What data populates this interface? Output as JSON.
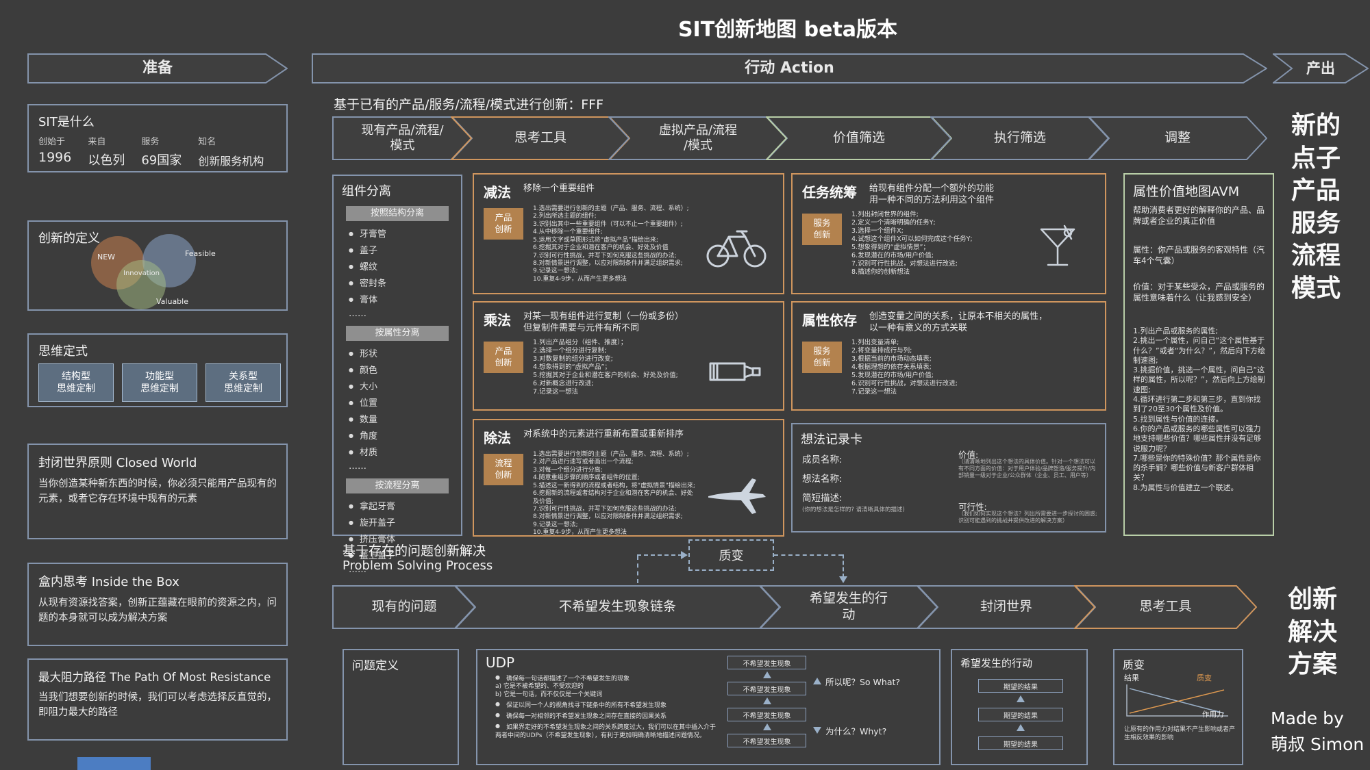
{
  "colors": {
    "accent_blue": "#8494ac",
    "accent_orange": "#d0965e",
    "accent_green": "#b9cfa8",
    "badge_bg": "#b3824e",
    "mutation_orange": "#e09a50",
    "venn_new": "#c87f4f",
    "venn_feasible": "#8aa4c8",
    "venn_valuable": "#a8bf85",
    "bottom_blue": "#4c7dc2"
  },
  "title": "SIT创新地图  beta版本",
  "prep": {
    "header": "准备",
    "sit": {
      "title": "SIT是什么",
      "cols": [
        {
          "label": "创始于",
          "value": "1996"
        },
        {
          "label": "来自",
          "value": "以色列"
        },
        {
          "label": "服务",
          "value": "69国家"
        },
        {
          "label": "知名",
          "value": "创新服务机构"
        }
      ]
    },
    "definition": {
      "title": "创新的定义",
      "venn": {
        "new": "NEW",
        "feasible": "Feasible",
        "valuable": "Valuable",
        "center": "Innovation"
      }
    },
    "mindset": {
      "title": "思维定式",
      "buttons": [
        "结构型\n思维定制",
        "功能型\n思维定制",
        "关系型\n思维定制"
      ]
    },
    "closed_world": {
      "title": "封闭世界原则 Closed World",
      "body": "当你创造某种新东西的时候，你必须只能用产品现有的元素，或者它存在环境中现有的元素"
    },
    "inside_box": {
      "title": "盒内思考  Inside the Box",
      "body": "从现有资源找答案，创新正蕴藏在眼前的资源之内，问题的本身就可以成为解决方案"
    },
    "resistance": {
      "title": "最大阻力路径 The Path Of Most Resistance",
      "body": "当我们想要创新的时候，我们可以考虑选择反直觉的，即阻力最大的路径"
    }
  },
  "banner": {
    "action": "行动 Action",
    "output": "产出"
  },
  "fff": {
    "intro": "基于已有的产品/服务/流程/模式进行创新：FFF",
    "steps": [
      "现有产品/流程/\n模式",
      "思考工具",
      "虚拟产品/流程\n/模式",
      "价值筛选",
      "执行筛选",
      "调整"
    ]
  },
  "new_output": {
    "lines": "新的\n点子\n产品\n服务\n流程\n模式"
  },
  "components": {
    "title": "组件分离",
    "groups": [
      {
        "header": "按照结构分离",
        "items": [
          "牙膏管",
          "盖子",
          "螺纹",
          "密封条",
          "膏体"
        ],
        "more": "……"
      },
      {
        "header": "按属性分离",
        "items": [
          "形状",
          "颜色",
          "大小",
          "位置",
          "数量",
          "角度",
          "材质"
        ],
        "more": "……"
      },
      {
        "header": "按流程分离",
        "items": [
          "拿起牙膏",
          "旋开盖子",
          "挤压膏体",
          "盖上盖子"
        ],
        "more": "……"
      }
    ]
  },
  "tools": {
    "subtraction": {
      "name": "减法",
      "badge": "产品\n创新",
      "desc": "移除一个重要组件",
      "steps": "1.选出需要进行创新的主题（产品、服务、流程、系统）;\n2.列出所选主题的组件;\n3.识别出其中一些重要组件（可以不止一个重要组件）;\n4.从中移除一个重要组件;\n5.运用文字或草图形式将“虚拟产品”描绘出来;\n6.挖掘其对于企业和潜在客户的机会、好处及价值\n7.识别可行性挑战，并写下如何克服这些挑战的办法;\n8.对新情景进行调整，以应对限制条件并满足组织需求;\n9.记录这一想法;\n10.重复4-9步，从而产生更多想法"
    },
    "multiplication": {
      "name": "乘法",
      "badge": "产品\n创新",
      "desc": "对某一现有组件进行复制（一份或多份）\n但复制件需要与元件有所不同",
      "steps": "1.列出产品组分（组件、推度）；\n2.选择一个组分进行复制;\n3.对数复制的组分进行改变;\n4.想象得到的“虚拟产品”；\n5.挖掘其对于企业和潜在客户的机会、好处及价值;\n6.对新概念进行改进;\n7.记录这一想法"
    },
    "division": {
      "name": "除法",
      "badge": "流程\n创新",
      "desc": "对系统中的元素进行重新布置或重新排序",
      "steps": "1.选出需要进行创新的主题（产品、服务、流程、系统）;\n2.对产品进行速写或者画出一个流程;\n3.对每一个组分进行分离;\n4.随意重组步骤的顺序或者组件的位置;\n5.描述这一新得到的流程或者结构，将“虚拟情景”描绘出来;\n6.挖掘新的流程或者结构对于企业和潜在客户的机会、好处及价值;\n7.识别可行性挑战，并写下如何克服这些挑战的办法;\n8.对新情景进行调整，以应对限制条件并满足组织需求;\n9.记录这一想法;\n10.重复4-9步，从而产生更多想法"
    },
    "task_unification": {
      "name": "任务统筹",
      "badge": "服务\n创新",
      "desc": "给现有组件分配一个额外的功能\n用一种不同的方法利用这个组件",
      "steps": "1.列出封闭世界的组件;\n2.定义一个清晰明确的任务Y;\n3.选择一个组件X;\n4.试想这个组件X可以如何完成这个任务Y;\n5.想象得到的“虚拟情景”；\n6.发现潜在的市场/用户价值;\n7.识别可行性挑战，对想法进行改进;\n8.描述你的创新想法"
    },
    "attribute_dependency": {
      "name": "属性依存",
      "badge": "服务\n创新",
      "desc": "创造变量之间的关系，让原本不相关的属性，\n以一种有意义的方式关联",
      "steps": "1.列出变量清单;\n2.将变量排成行与列;\n3.根据当前的市场动态填表;\n4.根据理想的依存关系填表;\n5.发现潜在的市场/用户价值;\n6.识别可行性挑战，对想法进行改进;\n7.记录这一想法"
    }
  },
  "idea_card": {
    "title": "想法记录卡",
    "member_label": "成员名称:",
    "idea_label": "想法名称:",
    "brief_label": "简短描述:",
    "brief_hint": "(你的想法是怎样的? 请清晰具体的描述)",
    "value_label": "价值:",
    "value_hint": "（请清晰地列出这个想法的具体价值。针对一个想法可以有不同方面的价值：对于用户体验/品牌塑造/服务提升/内部销量一级对于企业/公众群体（企业、员工、用户等）",
    "feasibility_label": "可行性:",
    "feasibility_hint": "（我们如何实现这个想法？列出所需要进一步探讨的困惑; 识别可能遇到的挑战并提供改进的解决方案）"
  },
  "avm": {
    "title": "属性价值地图AVM",
    "intro": "帮助消费者更好的解释你的产品、品牌或者企业的真正价值",
    "attribute": "属性：你产品或服务的客观特性（汽车4个气囊）",
    "value": "价值：对于某些受众，产品或服务的属性意味着什么（让我感到安全）",
    "steps": "1.列出产品或服务的属性;\n2.挑出一个属性，问自己“这个属性基于什么？”或者“为什么？”，然后向下方绘制速图;\n3.挑掘价值，挑选一个属性，问自己“这样的属性，所以呢？”，然后向上方绘制速图;\n4.循环进行第二步和第三步，直到你找到了20至30个属性及价值。\n5.找到属性与价值的连接。\n6.你的产品或服务的哪些属性可以强力地支持哪些价值？哪些属性并没有足够说服力呢？\n7.哪些是你的特殊价值？那个属性是你的杀手锏？哪些价值与新客户群体相关？\n8.为属性与价值建立一个联述。"
  },
  "psp": {
    "intro_line1": "基于存在的问题创新解决",
    "intro_line2": "Problem Solving Process",
    "mutation": "质变",
    "steps": [
      "现有的问题",
      "不希望发生现象链条",
      "希望发生的行动",
      "封闭世界",
      "思考工具"
    ]
  },
  "problem_def": {
    "title": "问题定义"
  },
  "udp": {
    "title": "UDP",
    "bullets": [
      "确保每一句话都描述了一个不希望发生的现象\na) 它是不被希望的、不受欢迎的\nb) 它是一句话，而不仅仅是一个关键词",
      "保证以同一个人的视角找寻下链条中的所有不希望发生现象",
      "确保每一对相邻的不希望发生现象之间存在直接的因果关系",
      "如果界定好的不希望发生现象之间的关系跨度过大，我们可以在其中插入介于两者中间的UDPs（不希望发生现象），有利于更加明确清晰地描述问题情况。"
    ],
    "chain_box": "不希望发生现象",
    "so_what": "所以呢？So What?",
    "why": "为什么？Whyt?"
  },
  "desired": {
    "title": "希望发生的行动",
    "result_box": "期望的结果"
  },
  "mutation_box": {
    "title": "质变",
    "result_label": "结果",
    "mutation_label": "质变",
    "force_label": "作用力",
    "body": "让原有的作用力对结果不产生影响或者产生相反效果的影响"
  },
  "outputs": {
    "solution_lines": "创新\n解决\n方案",
    "credit_line1": "Made by",
    "credit_line2": "萌叔 Simon"
  }
}
